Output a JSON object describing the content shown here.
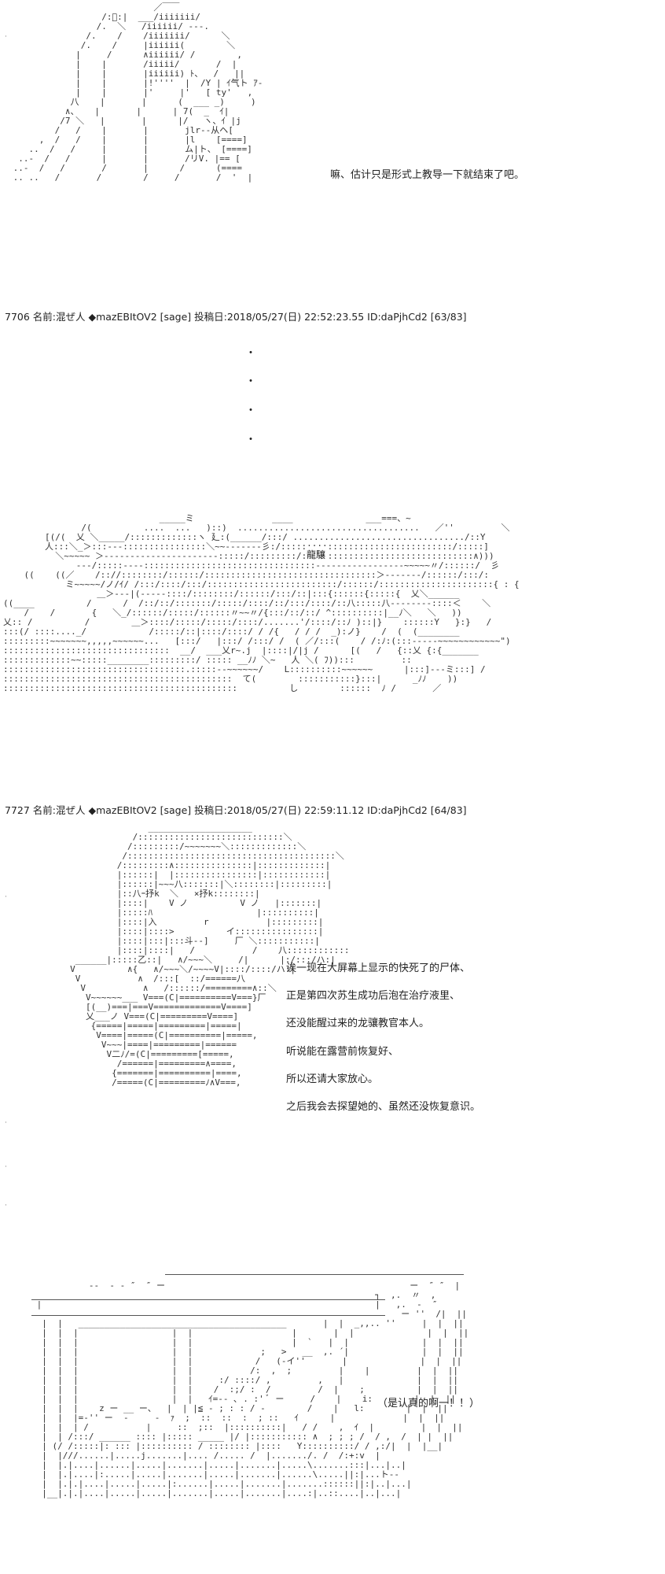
{
  "panel1": {
    "speech": "嘛、估计只是形式上教导一下就结束了吧。"
  },
  "post1": {
    "header": "7706 名前:混ぜ人 ◆mazEBItOV2 [sage] 投稿日:2018/05/27(日) 22:52:23.55 ID:daPjhCd2 [63/83]"
  },
  "separator": {
    "dots": [
      "・",
      "・",
      "・",
      "・"
    ]
  },
  "panel2": {
    "name_label": "龍驤"
  },
  "post2": {
    "header": "7727 名前:混ぜ人 ◆mazEBItOV2 [sage] 投稿日:2018/05/27(日) 22:59:11.12 ID:daPjhCd2 [64/83]"
  },
  "panel3": {
    "lines": [
      "诶一现在大屏幕上显示的快死了的尸体、",
      "正是第四次苏生成功后泡在治疗液里、",
      "还没能醒过来的龙骧教官本人。",
      "听说能在露营前恢复好、",
      "所以还请大家放心。",
      "之后我会去探望她的、虽然还没恢复意识。"
    ]
  },
  "panel4": {
    "speech": "（是认真的啊一！！）"
  }
}
